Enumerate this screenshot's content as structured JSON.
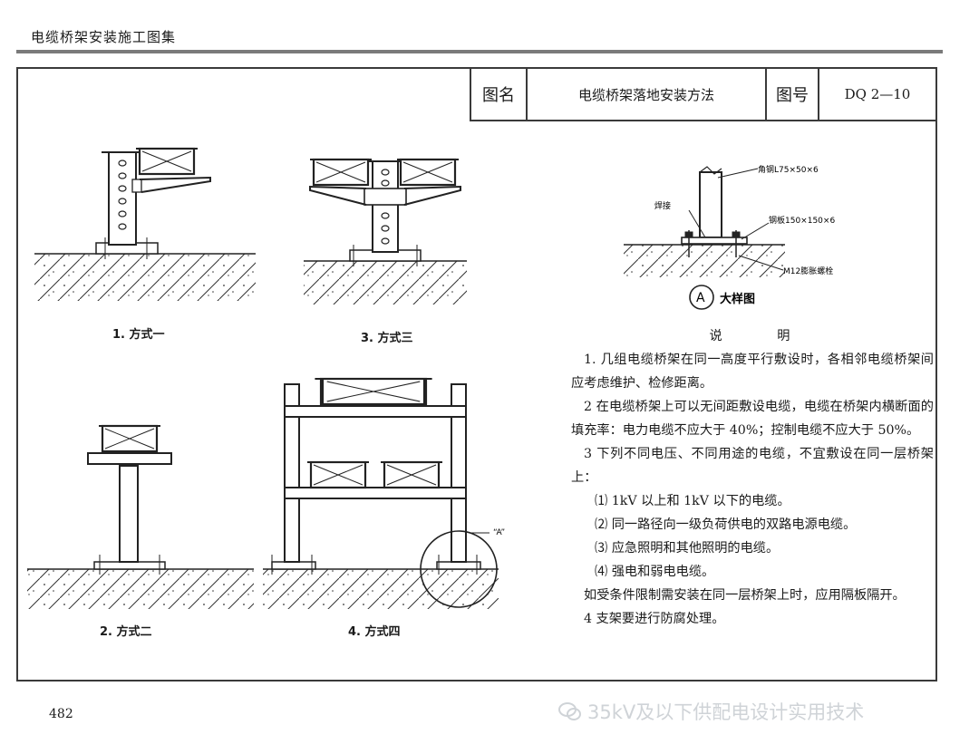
{
  "header": {
    "book_title": "电缆桥架安装施工图集"
  },
  "title_block": {
    "name_label": "图名",
    "name_value": "电缆桥架落地安装方法",
    "number_label": "图号",
    "number_value": "DQ 2—10"
  },
  "figures": {
    "fig1": "1. 方式一",
    "fig2": "2. 方式二",
    "fig3": "3. 方式三",
    "fig4": "4. 方式四",
    "callout": "“A”"
  },
  "detail": {
    "angle_steel": "角钢L75×50×6",
    "weld": "焊接",
    "plate": "钢板150×150×6",
    "bolt": "M12膨胀螺栓",
    "marker": "A",
    "title": "大样图"
  },
  "notes": {
    "title": "说 明",
    "n1": "1. 几组电缆桥架在同一高度平行敷设时，各相邻电缆桥架间应考虑维护、检修距离。",
    "n2": "2 在电缆桥架上可以无间距敷设电缆，电缆在桥架内横断面的填充率：电力电缆不应大于 40%；控制电缆不应大于 50%。",
    "n3": "3 下列不同电压、不同用途的电缆，不宜敷设在同一层桥架上：",
    "i1": "⑴ 1kV 以上和 1kV 以下的电缆。",
    "i2": "⑵ 同一路径向一级负荷供电的双路电源电缆。",
    "i3": "⑶ 应急照明和其他照明的电缆。",
    "i4": "⑷ 强电和弱电电缆。",
    "n_extra": "如受条件限制需安装在同一层桥架上时，应用隔板隔开。",
    "n4": "4 支架要进行防腐处理。"
  },
  "footer": {
    "page_number": "482",
    "watermark": "35kV及以下供配电设计实用技术"
  }
}
